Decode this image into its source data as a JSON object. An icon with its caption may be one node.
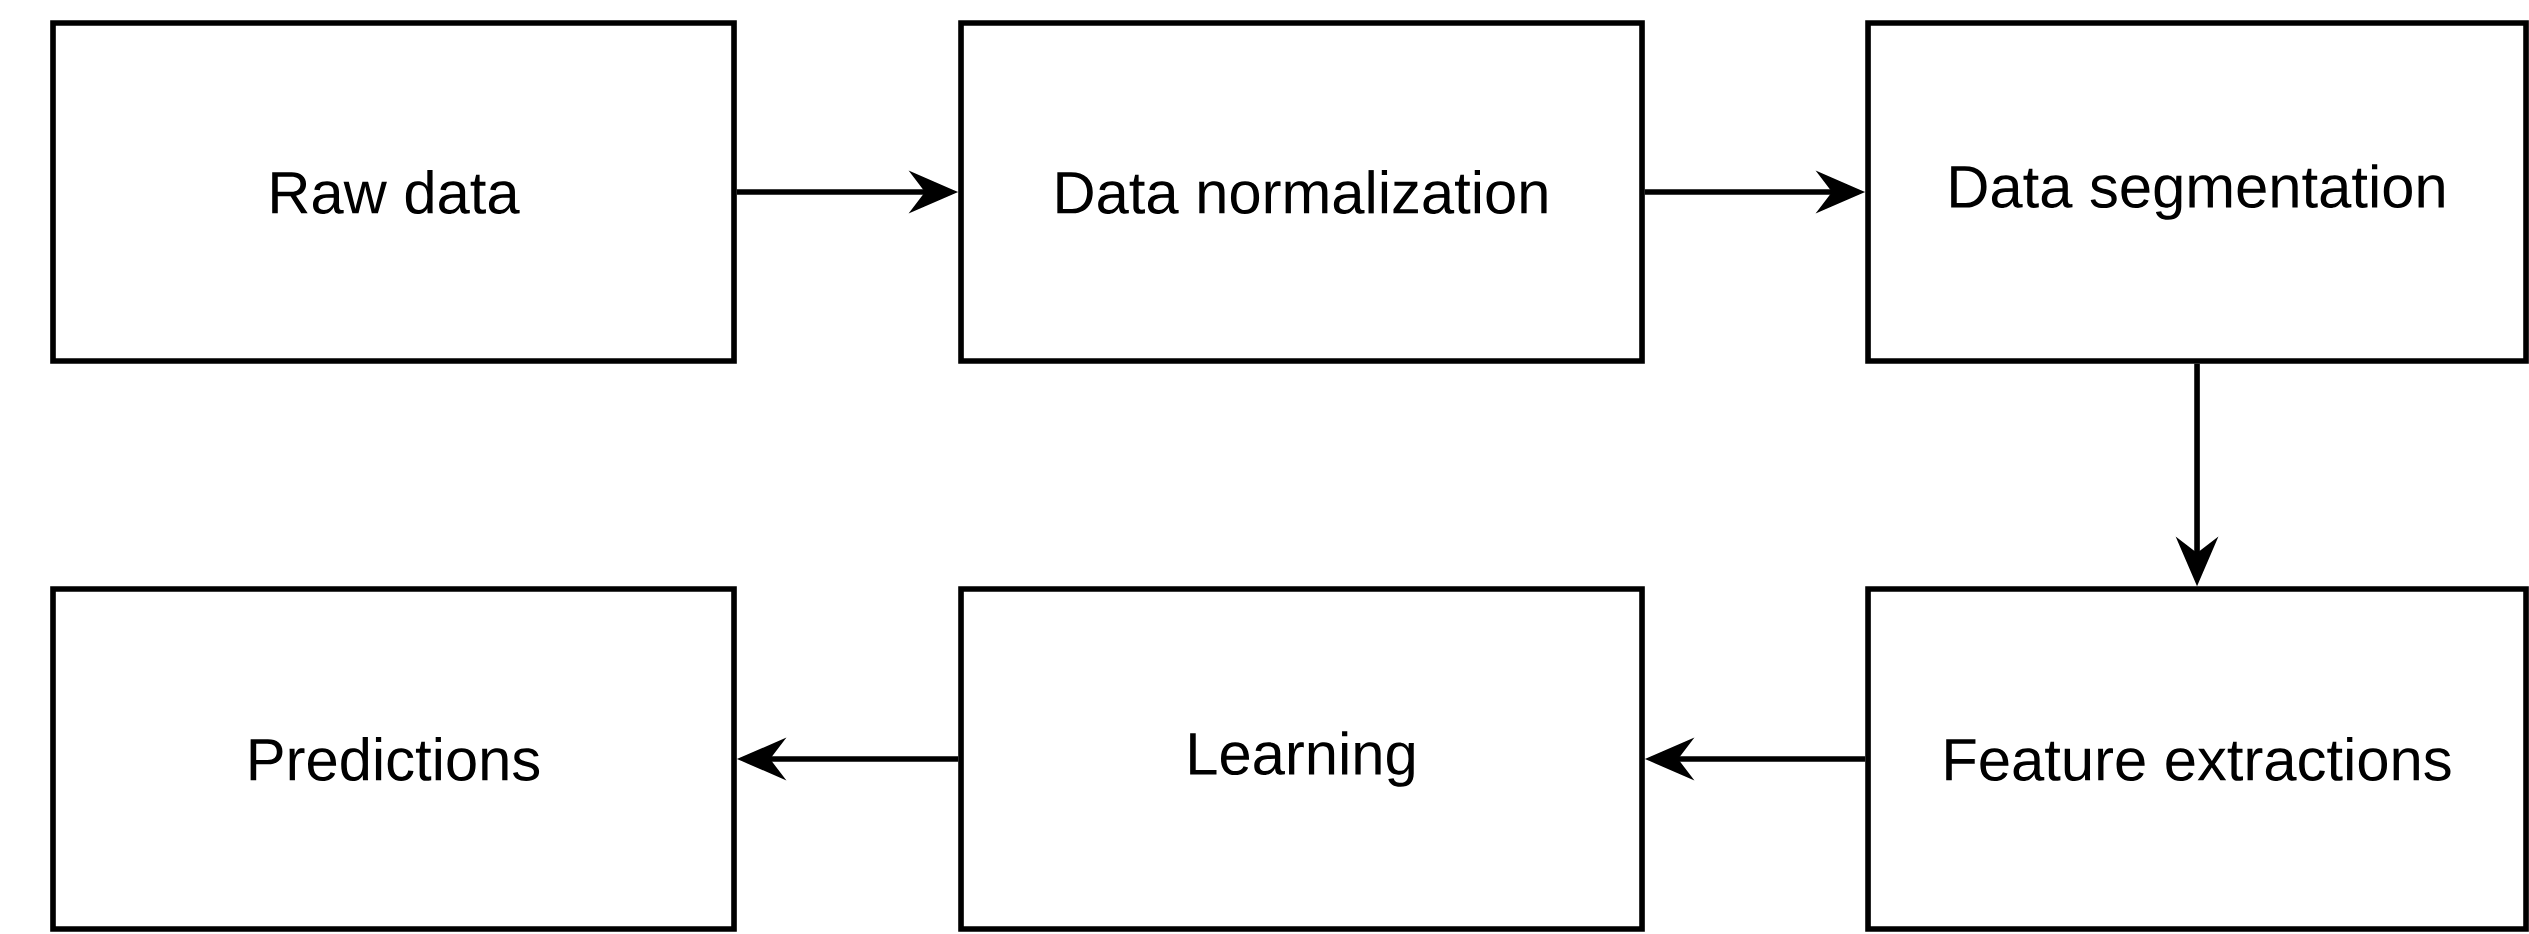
{
  "diagram": {
    "nodes": [
      {
        "text": [
          "Raw data"
        ]
      },
      {
        "text": [
          "Data normalization"
        ]
      },
      {
        "text": [
          "Data segmentation"
        ]
      },
      {
        "text": [
          "Predictions"
        ]
      },
      {
        "text": [
          "Learning"
        ]
      },
      {
        "text": [
          "Feature extractions"
        ]
      }
    ],
    "edges": [
      {
        "from": 0,
        "to": 1,
        "arrow": "to"
      },
      {
        "from": 1,
        "to": 2,
        "arrow": "to"
      },
      {
        "from": 2,
        "to": 5,
        "arrow": "to"
      },
      {
        "from": 5,
        "to": 4,
        "arrow": "to"
      },
      {
        "from": 4,
        "to": 3,
        "arrow": "to"
      }
    ]
  }
}
